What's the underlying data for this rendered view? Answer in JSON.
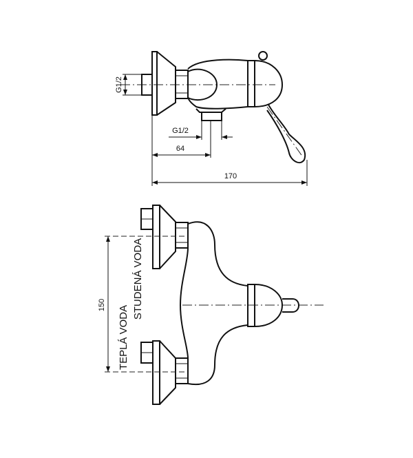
{
  "side_view": {
    "inlet_thread": "G1/2",
    "outlet_thread": "G1/2",
    "outlet_offset": "64",
    "total_depth": "170"
  },
  "front_view": {
    "inlet_spacing": "150",
    "hot_water_label": "TEPLÁ VODA",
    "cold_water_label": "STUDENÁ VODA"
  }
}
